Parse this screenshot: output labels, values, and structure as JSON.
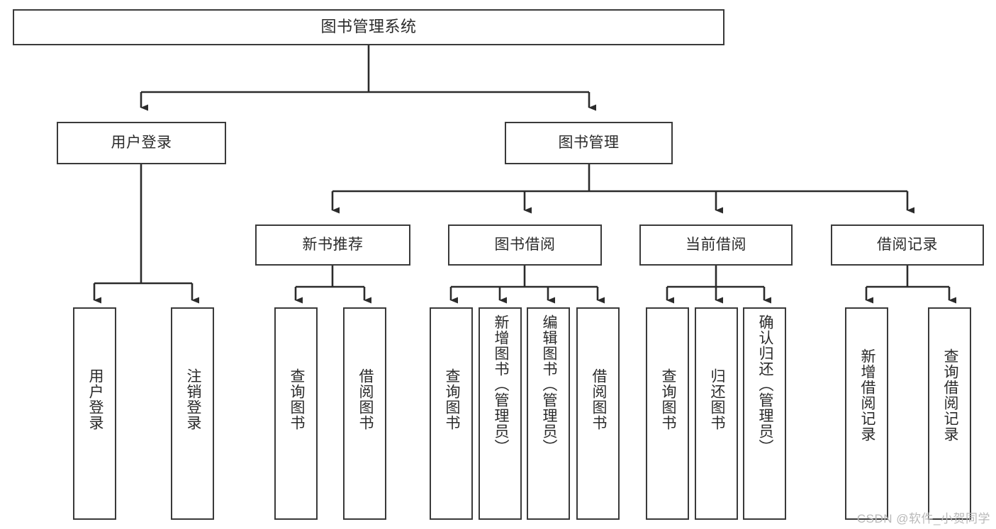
{
  "diagram": {
    "title": "图书管理系统",
    "type": "tree-hierarchy-diagram",
    "watermark": "CSDN @软件_小贺同学",
    "colors": {
      "box_border": "#3a3a3a",
      "box_fill": "#ffffff",
      "connector": "#2b2b2b",
      "text": "#2b2b2b",
      "watermark": "#b9b9b9",
      "background": "#ffffff"
    },
    "root": {
      "label": "图书管理系统"
    },
    "level1": [
      {
        "label": "用户登录"
      },
      {
        "label": "图书管理"
      }
    ],
    "level2": [
      {
        "label": "新书推荐"
      },
      {
        "label": "图书借阅"
      },
      {
        "label": "当前借阅"
      },
      {
        "label": "借阅记录"
      }
    ],
    "leaves": {
      "user_login": [
        {
          "label": "用户登录"
        },
        {
          "label": "注销登录"
        }
      ],
      "new_book_recommend": [
        {
          "label": "查询图书"
        },
        {
          "label": "借阅图书"
        }
      ],
      "book_borrow": [
        {
          "label": "查询图书"
        },
        {
          "label": "新增图书（管理员）"
        },
        {
          "label": "编辑图书（管理员）"
        },
        {
          "label": "借阅图书"
        }
      ],
      "current_borrow": [
        {
          "label": "查询图书"
        },
        {
          "label": "归还图书"
        },
        {
          "label": "确认归还（管理员）"
        }
      ],
      "borrow_record": [
        {
          "label": "新增借阅记录"
        },
        {
          "label": "查询借阅记录"
        }
      ]
    }
  }
}
